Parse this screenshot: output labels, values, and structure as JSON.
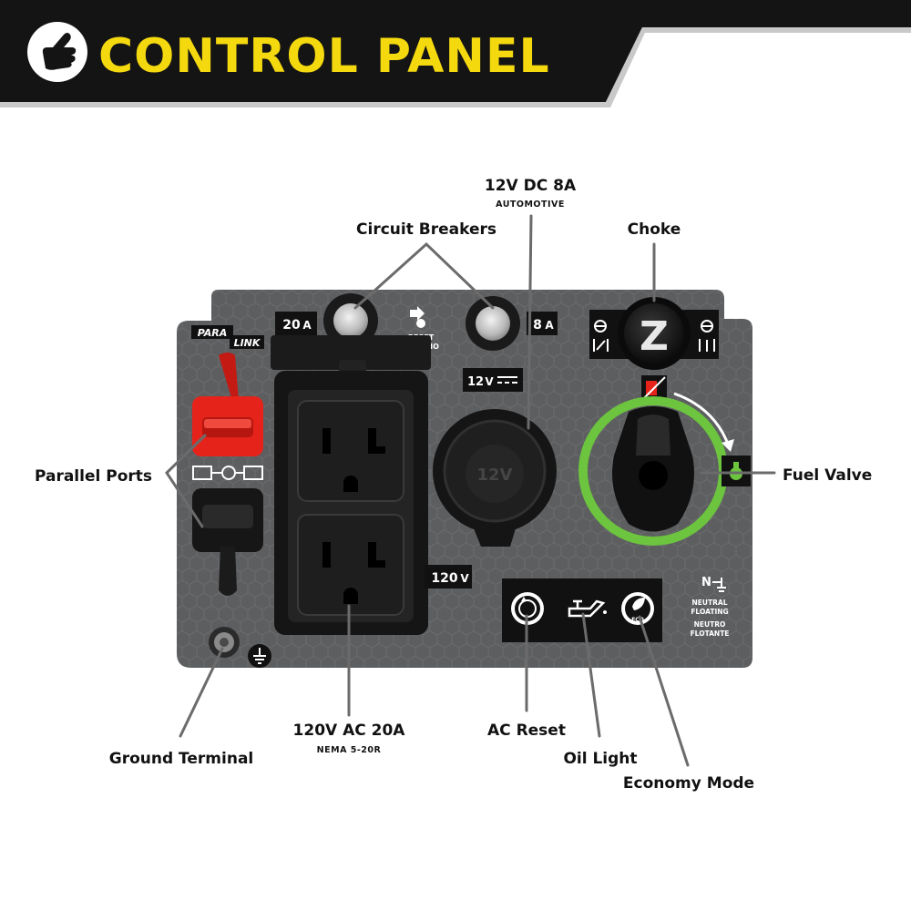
{
  "header": {
    "title": "CONTROL PANEL",
    "title_color": "#f5d90f",
    "bar_color": "#141414",
    "icon": "hand-pointer-icon"
  },
  "panel": {
    "parallel_brand_left": "PARA",
    "parallel_brand_right": "LINK",
    "breaker_left_rating": "20",
    "breaker_left_unit": "A",
    "breaker_right_rating": "8",
    "breaker_right_unit": "A",
    "reset_text_1": "RESET",
    "reset_text_2": "REINICIO",
    "dc_label_value": "12",
    "dc_label_unit": "V",
    "dc_socket_text": "12V",
    "outlet_voltage_value": "120",
    "outlet_voltage_unit": "V",
    "eco_text": "ECO",
    "neutral_symbol": "N",
    "neutral_text_1": "NEUTRAL",
    "neutral_text_2": "FLOATING",
    "neutral_text_3": "NEUTRO",
    "neutral_text_4": "FLOTANTE",
    "choke_letter": "Z",
    "panel_color": "#5d5e60",
    "fuel_ring_color": "#6cc43f",
    "parallel_port_color": "#e5231b"
  },
  "callouts": {
    "dc_title": "12V DC 8A",
    "dc_sub": "AUTOMOTIVE",
    "circuit_breakers": "Circuit Breakers",
    "choke": "Choke",
    "parallel_ports": "Parallel Ports",
    "fuel_valve": "Fuel Valve",
    "ac_outlet": "120V AC 20A",
    "ac_outlet_sub": "NEMA 5-20R",
    "ac_reset": "AC Reset",
    "ground_terminal": "Ground Terminal",
    "oil_light": "Oil Light",
    "economy_mode": "Economy Mode"
  }
}
